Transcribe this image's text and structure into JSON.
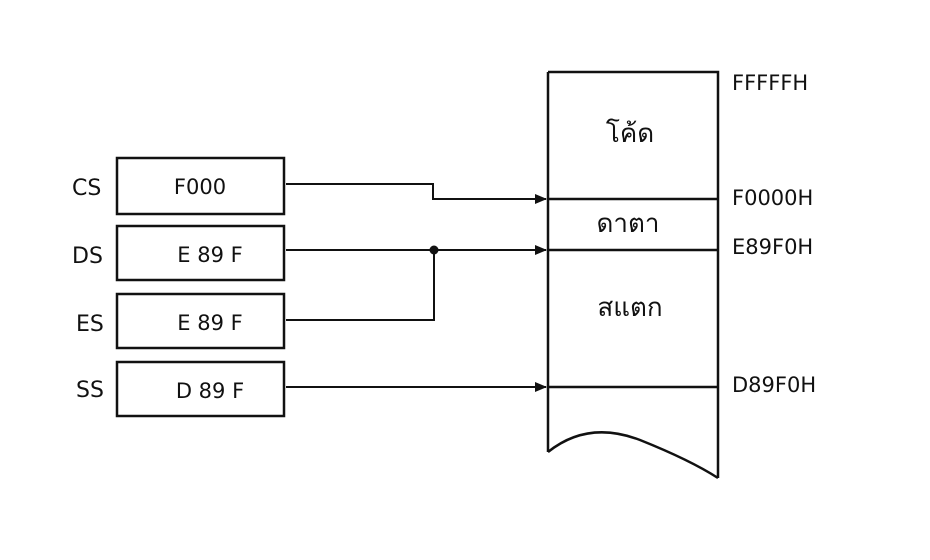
{
  "registers": [
    {
      "name": "CS",
      "value": "F000"
    },
    {
      "name": "DS",
      "value": "E 89 F"
    },
    {
      "name": "ES",
      "value": "E 89 F"
    },
    {
      "name": "SS",
      "value": "D 89 F"
    }
  ],
  "addresses": [
    "FFFFFH",
    "F0000H",
    "E89F0H",
    "D89F0H"
  ],
  "segments": {
    "code": "โค้ด",
    "data": "ดาตา",
    "stack": "สแตก"
  },
  "colors": {
    "ink": "#111111",
    "background": "#ffffff"
  }
}
